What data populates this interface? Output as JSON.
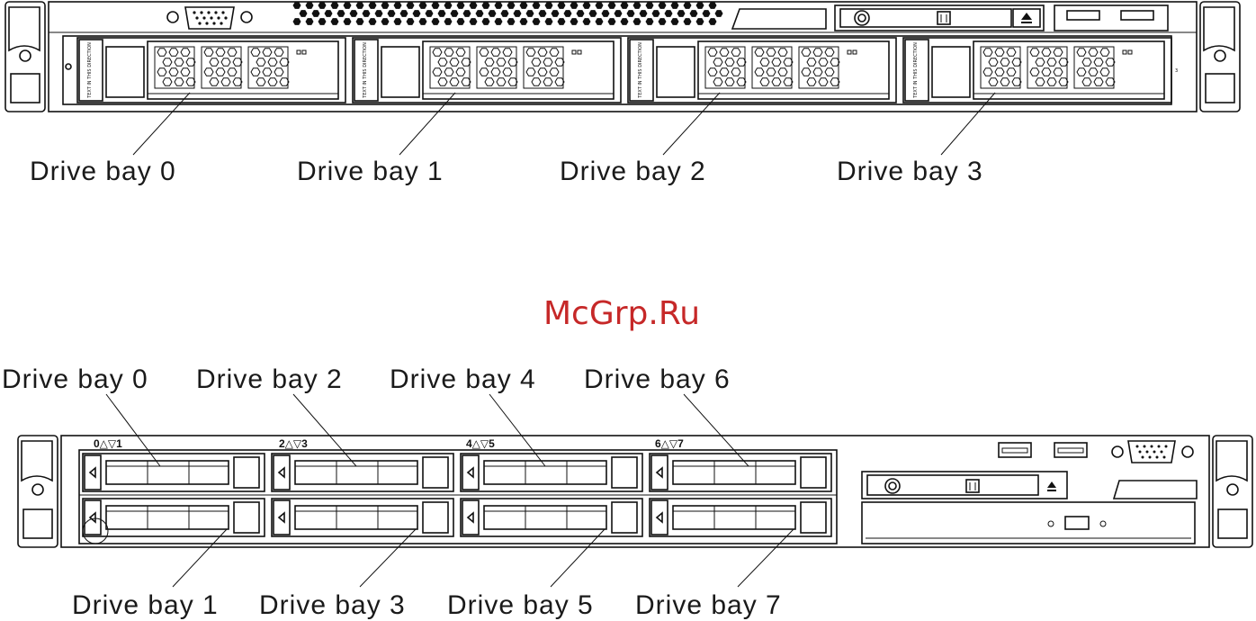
{
  "watermark": "McGrp.Ru",
  "top_server": {
    "callouts": [
      "Drive bay 0",
      "Drive bay 1",
      "Drive bay 2",
      "Drive bay 3"
    ],
    "tray_tag": "TEXT IN THIS DIRECTION",
    "edge_mark": "3"
  },
  "bottom_server": {
    "callouts_top": [
      "Drive bay 0",
      "Drive bay 2",
      "Drive bay 4",
      "Drive bay 6"
    ],
    "callouts_bottom": [
      "Drive bay 1",
      "Drive bay 3",
      "Drive bay 5",
      "Drive bay 7"
    ],
    "bay_group_labels": [
      "0△▽1",
      "2△▽3",
      "4△▽5",
      "6△▽7"
    ]
  },
  "icons": [
    "vga-port-icon",
    "usb-port-icon",
    "power-button-icon",
    "eject-icon",
    "honeycomb-vent-icon"
  ]
}
